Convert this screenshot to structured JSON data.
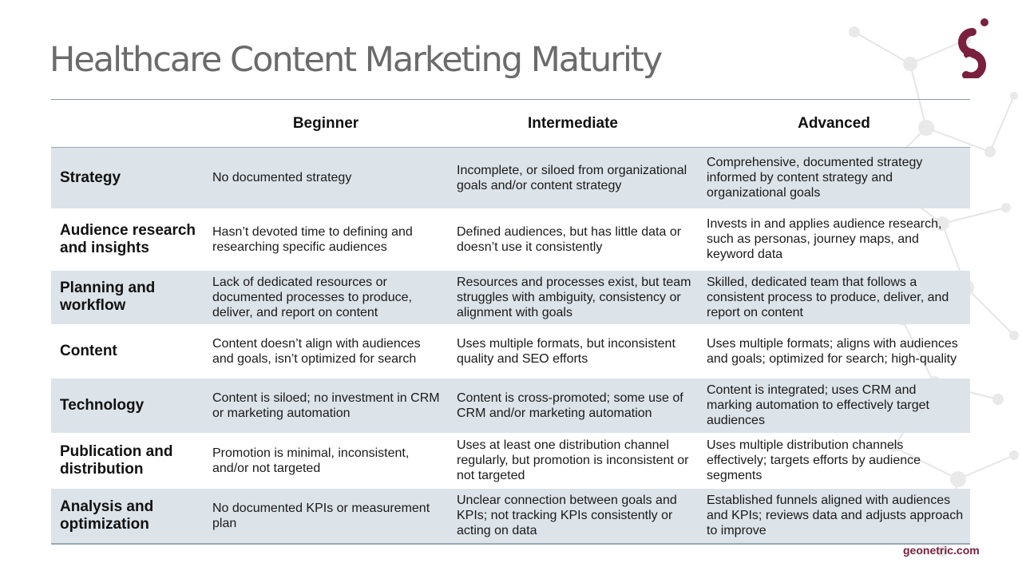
{
  "slide": {
    "title": "Healthcare Content Marketing Maturity",
    "footer_link": "geonetric.com",
    "brand_color": "#7a1f3d",
    "logo_icon": "geonetric-g-logo-icon",
    "background_icon": "molecule-network-icon"
  },
  "table": {
    "headers": [
      "",
      "Beginner",
      "Intermediate",
      "Advanced"
    ],
    "rows": [
      {
        "label": "Strategy",
        "beginner": "No documented strategy",
        "intermediate": "Incomplete, or siloed from organizational goals and/or content strategy",
        "advanced": "Comprehensive, documented strategy informed by content strategy and organizational goals"
      },
      {
        "label": "Audience research and insights",
        "beginner": "Hasn’t devoted time to defining and researching specific audiences",
        "intermediate": "Defined audiences, but has little data or doesn’t use it consistently",
        "advanced": "Invests in and applies audience research, such as personas, journey maps, and keyword data"
      },
      {
        "label": "Planning and workflow",
        "beginner": "Lack of dedicated resources or documented processes to produce, deliver, and report on content",
        "intermediate": "Resources and processes exist, but team struggles with ambiguity, consistency or alignment with goals",
        "advanced": "Skilled, dedicated team that follows a consistent process to produce, deliver, and report on content"
      },
      {
        "label": "Content",
        "beginner": "Content doesn’t align with audiences and goals, isn’t optimized for search",
        "intermediate": "Uses multiple formats, but inconsistent quality and SEO efforts",
        "advanced": "Uses multiple formats; aligns with audiences and goals; optimized for search; high-quality"
      },
      {
        "label": "Technology",
        "beginner": "Content is siloed; no investment in CRM or marketing automation",
        "intermediate": "Content is cross-promoted; some use of CRM and/or marketing automation",
        "advanced": "Content is integrated; uses CRM and marking automation to effectively target audiences"
      },
      {
        "label": "Publication and distribution",
        "beginner": "Promotion is minimal, inconsistent, and/or not targeted",
        "intermediate": "Uses at least one distribution channel regularly, but promotion is inconsistent or not targeted",
        "advanced": "Uses multiple distribution channels effectively; targets efforts by audience segments"
      },
      {
        "label": "Analysis and optimization",
        "beginner": "No documented KPIs or measurement plan",
        "intermediate": "Unclear connection between goals and KPIs; not tracking KPIs consistently or acting on data",
        "advanced": "Established funnels aligned with audiences and KPIs; reviews data and adjusts approach to improve"
      }
    ]
  }
}
